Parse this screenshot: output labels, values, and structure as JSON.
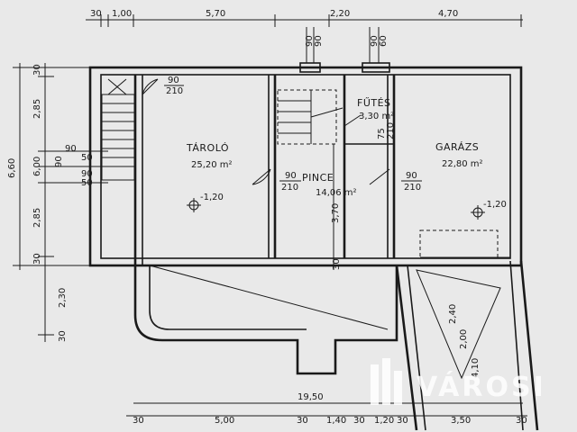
{
  "plan": {
    "rooms": {
      "tarolo": {
        "name": "TÁROLÓ",
        "area": "25,20 m²"
      },
      "pince": {
        "name": "PINCE",
        "area": "14,06 m²"
      },
      "futes": {
        "name": "FŰTÉS",
        "area": "3,30 m²"
      },
      "garazs": {
        "name": "GARÁZS",
        "area": "22,80 m²"
      }
    },
    "levels": {
      "tarolo": "-1,20",
      "garazs": "-1,20"
    },
    "doors": {
      "d1_w": "90",
      "d1_h": "210",
      "d2_w": "90",
      "d2_h": "210",
      "d3_w": "90",
      "d3_h": "210",
      "d4_w": "75",
      "d4_h": "210"
    },
    "windows": {
      "w1_a": "90",
      "w1_b": "50",
      "w2_a": "90",
      "w2_b": "50",
      "w3_a": "90",
      "w3_b": "90",
      "w3_c": "90",
      "w3_d": "60"
    },
    "dims_top": [
      "30",
      "1,00",
      "5,70",
      "2,20",
      "4,70"
    ],
    "dims_left": [
      "30",
      "2,85",
      "90",
      "6,60",
      "6,00",
      "90",
      "2,85",
      "30",
      "2,30",
      "30"
    ],
    "dims_bottom_total": "19,50",
    "dims_bottom": [
      "30",
      "5,00",
      "30",
      "1,40",
      "30",
      "1,20",
      "30",
      "3,50",
      "30"
    ],
    "dims_inner": [
      "3,70",
      "30",
      "2,40",
      "2,00",
      "4,10"
    ]
  },
  "watermark": {
    "text": "VÁROSI"
  }
}
